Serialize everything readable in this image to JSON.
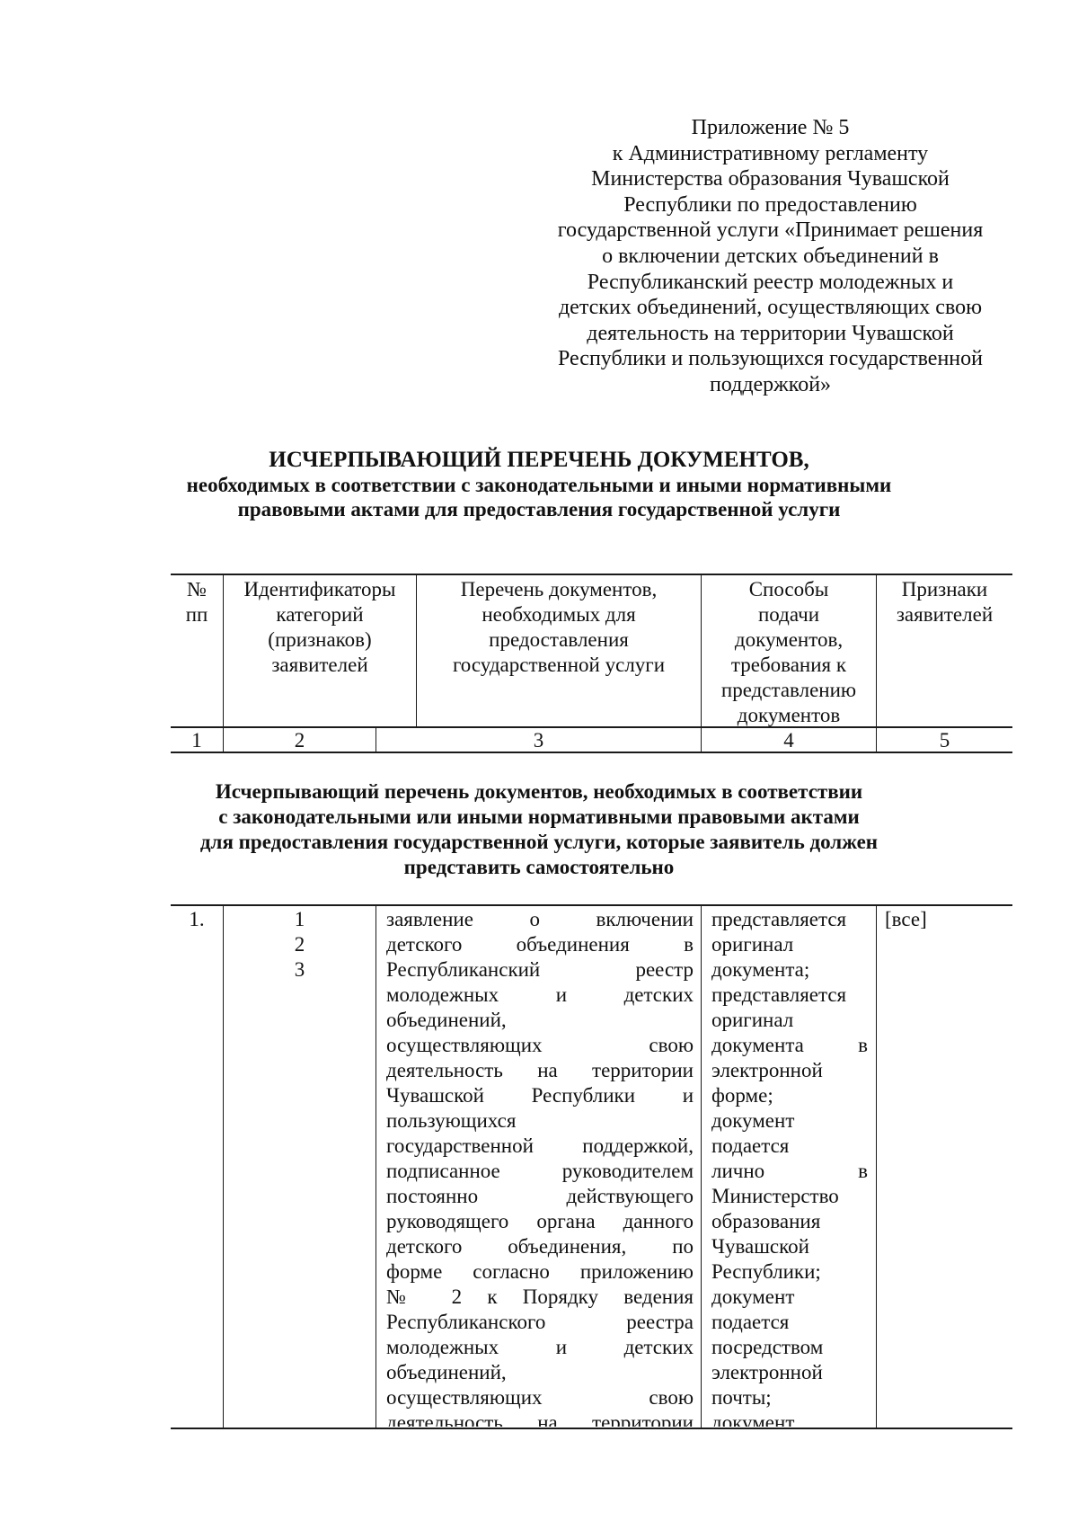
{
  "appendix": {
    "lines": [
      "Приложение № 5",
      "к Административному регламенту",
      "Министерства образования Чувашской",
      "Республики по предоставлению",
      "государственной услуги «Принимает решения",
      "о включении детских объединений в",
      "Республиканский реестр молодежных и",
      "детских объединений, осуществляющих свою",
      "деятельность на территории Чувашской",
      "Республики и пользующихся государственной",
      "поддержкой»"
    ]
  },
  "heading": {
    "title": "ИСЧЕРПЫВАЮЩИЙ ПЕРЕЧЕНЬ ДОКУМЕНТОВ,",
    "subtitle_lines": [
      "необходимых в соответствии с законодательными и иными нормативными",
      "правовыми актами для предоставления государственной услуги"
    ]
  },
  "table_header": {
    "col1": [
      "№",
      "пп"
    ],
    "col2": [
      "Идентификаторы",
      "категорий",
      "(признаков)",
      "заявителей"
    ],
    "col3": [
      "Перечень документов,",
      "необходимых для",
      "предоставления",
      "государственной услуги"
    ],
    "col4": [
      "Способы",
      "подачи",
      "документов,",
      "требования к",
      "представлению",
      "документов"
    ],
    "col5": [
      "Признаки",
      "заявителей"
    ],
    "numbers": [
      "1",
      "2",
      "3",
      "4",
      "5"
    ]
  },
  "section2": {
    "lines": [
      "Исчерпывающий перечень документов, необходимых в соответствии",
      "с законодательными или иными нормативными правовыми актами",
      "для предоставления государственной услуги, которые заявитель должен",
      "представить самостоятельно"
    ]
  },
  "row1": {
    "number": "1.",
    "identifiers": [
      "1",
      "2",
      "3"
    ],
    "document_lines": [
      "заявление о включении",
      "детского объединения в",
      "Республиканский реестр",
      "молодежных и детских",
      "объединений,",
      "осуществляющих свою",
      "деятельность на территории",
      "Чувашской Республики и",
      "пользующихся",
      "государственной поддержкой,",
      "подписанное руководителем",
      "постоянно действующего",
      "руководящего органа данного",
      "детского объединения, по",
      "форме согласно приложению",
      "№ 2 к Порядку ведения",
      "Республиканского реестра",
      "молодежных и детских",
      "объединений,",
      "осуществляющих свою",
      "деятельность на территории"
    ],
    "method_lines": [
      "представляется",
      "оригинал",
      "документа;",
      "представляется",
      "оригинал",
      "документа в",
      "электронной",
      "форме;",
      "документ",
      "подается",
      "лично в",
      "Министерство",
      "образования",
      "Чувашской",
      "Республики;",
      "документ",
      "подается",
      "посредством",
      "электронной",
      "почты;",
      "документ"
    ],
    "applicant_sign": "[все]"
  }
}
